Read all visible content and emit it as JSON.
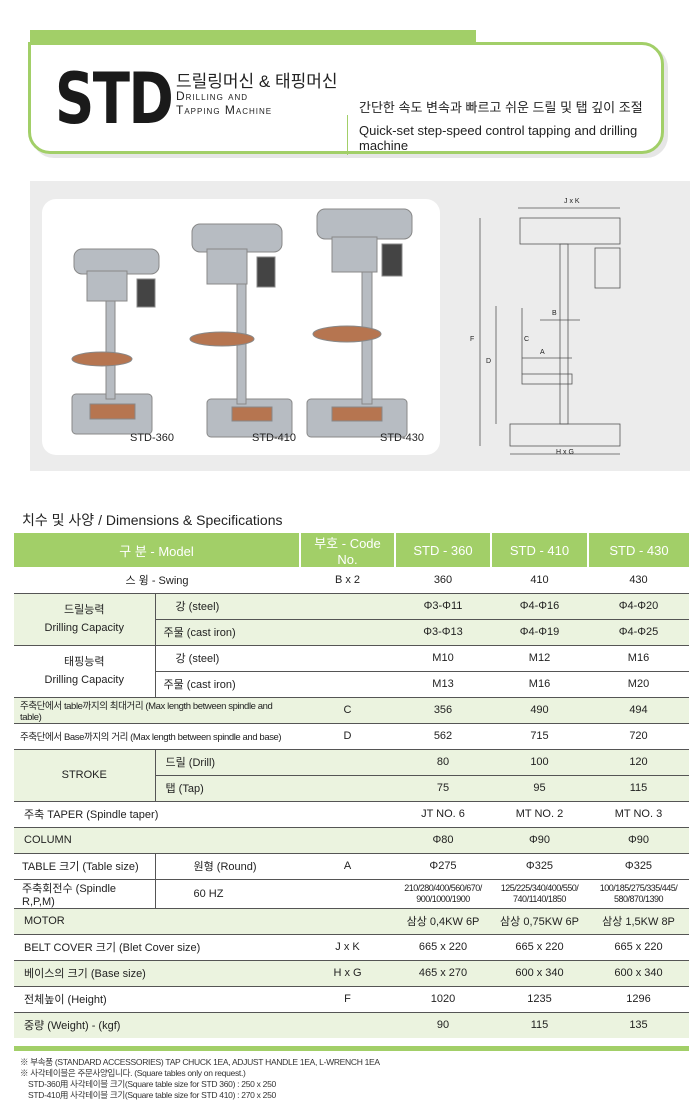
{
  "header": {
    "logo": "STD",
    "title_kr": "드릴링머신 & 태핑머신",
    "title_en_1": "Drilling and",
    "title_en_2": "Tapping Machine",
    "tagline_kr": "간단한 속도 변속과 빠르고 쉬운 드릴 및 탭 깊이 조절",
    "tagline_en": "Quick-set step-speed control tapping and drilling machine"
  },
  "photos": {
    "captions": [
      "STD-360",
      "STD-410",
      "STD-430"
    ]
  },
  "drawing": {
    "labels": {
      "jk": "J x K",
      "hg": "H x G",
      "b": "B",
      "c": "C",
      "a": "A",
      "d": "D",
      "f": "F"
    }
  },
  "section_title": "치수 및 사양 / Dimensions & Specifications",
  "table": {
    "headers": [
      "구 분 - Model",
      "부호 - Code No.",
      "STD - 360",
      "STD - 410",
      "STD - 430"
    ],
    "swing": {
      "label": "스 윙 - Swing",
      "code": "B x 2",
      "v": [
        "360",
        "410",
        "430"
      ]
    },
    "drill": {
      "label_kr": "드릴능력",
      "label_en": "Drilling Capacity",
      "rows": [
        {
          "sub": "강 (steel)",
          "v": [
            "Φ3-Φ11",
            "Φ4-Φ16",
            "Φ4-Φ20"
          ]
        },
        {
          "sub": "주물 (cast iron)",
          "v": [
            "Φ3-Φ13",
            "Φ4-Φ19",
            "Φ4-Φ25"
          ]
        }
      ]
    },
    "tap": {
      "label_kr": "태핑능력",
      "label_en": "Drilling Capacity",
      "rows": [
        {
          "sub": "강 (steel)",
          "v": [
            "M10",
            "M12",
            "M16"
          ]
        },
        {
          "sub": "주물 (cast iron)",
          "v": [
            "M13",
            "M16",
            "M20"
          ]
        }
      ]
    },
    "c": {
      "label": "주축단에서 table까지의 최대거리 (Max length between spindle and table)",
      "code": "C",
      "v": [
        "356",
        "490",
        "494"
      ]
    },
    "d": {
      "label": "주축단에서 Base까지의 거리 (Max length between spindle and base)",
      "code": "D",
      "v": [
        "562",
        "715",
        "720"
      ]
    },
    "stroke": {
      "label": "STROKE",
      "rows": [
        {
          "sub": "드릴 (Drill)",
          "v": [
            "80",
            "100",
            "120"
          ]
        },
        {
          "sub": "탭 (Tap)",
          "v": [
            "75",
            "95",
            "115"
          ]
        }
      ]
    },
    "taper": {
      "label": "주축 TAPER (Spindle taper)",
      "v": [
        "JT NO. 6",
        "MT NO. 2",
        "MT NO. 3"
      ]
    },
    "column": {
      "label": "COLUMN",
      "v": [
        "Φ80",
        "Φ90",
        "Φ90"
      ]
    },
    "tsize": {
      "label": "TABLE 크기 (Table size)",
      "sub": "원형 (Round)",
      "code": "A",
      "v": [
        "Φ275",
        "Φ325",
        "Φ325"
      ]
    },
    "rpm": {
      "label": "주축회전수 (Spindle R,P,M)",
      "sub": "60 HZ",
      "v": [
        [
          "210/280/400/560/670/",
          "900/1000/1900"
        ],
        [
          "125/225/340/400/550/",
          "740/1140/1850"
        ],
        [
          "100/185/275/335/445/",
          "580/870/1390"
        ]
      ]
    },
    "motor": {
      "label": "MOTOR",
      "v": [
        "삼상 0,4KW 6P",
        "삼상 0,75KW 6P",
        "삼상 1,5KW 8P"
      ]
    },
    "belt": {
      "label": "BELT COVER 크기 (Blet Cover size)",
      "code": "J x K",
      "v": [
        "665 x 220",
        "665 x 220",
        "665 x 220"
      ]
    },
    "base": {
      "label": "베이스의 크기 (Base size)",
      "code": "H x G",
      "v": [
        "465 x 270",
        "600 x 340",
        "600 x 340"
      ]
    },
    "height": {
      "label": "전체높이 (Height)",
      "code": "F",
      "v": [
        "1020",
        "1235",
        "1296"
      ]
    },
    "weight": {
      "label": "중량 (Weight) - (kgf)",
      "v": [
        "90",
        "115",
        "135"
      ]
    }
  },
  "notes": [
    "※ 부속품 (STANDARD ACCESSORIES)  TAP CHUCK 1EA,  ADJUST HANDLE 1EA,  L-WRENCH 1EA",
    "※ 사각테이블은 주문사양입니다. (Square tables only on request.)",
    "STD-360用 사각테이블 크기(Square table size for STD 360) : 250 x 250",
    "STD-410用 사각테이블 크기(Square table size for STD 410) : 270 x 250"
  ]
}
